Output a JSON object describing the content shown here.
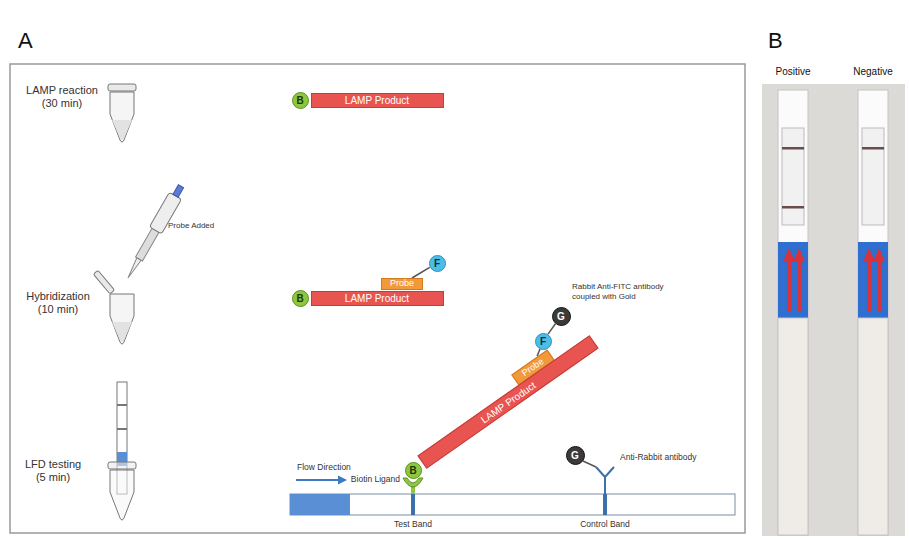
{
  "diagram": {
    "nodes": [
      {
        "text": [
          "B"
        ]
      },
      {
        "text": [
          "LAMP Product"
        ]
      },
      {
        "text": [
          "B"
        ]
      },
      {
        "text": [
          "LAMP Product"
        ]
      },
      {
        "text": [
          "Probe"
        ]
      },
      {
        "text": [
          "F"
        ]
      },
      {
        "text": [
          "G"
        ]
      },
      {
        "text": [
          "F"
        ]
      },
      {
        "text": [
          "Probe"
        ]
      },
      {
        "text": [
          "LAMP Product"
        ]
      },
      {
        "text": [
          "B"
        ]
      },
      {
        "text": [
          "G"
        ]
      }
    ],
    "edges": [
      {
        "from": 4,
        "to": 5,
        "arrow": "none"
      },
      {
        "from": 8,
        "to": 7,
        "arrow": "none"
      },
      {
        "from": 7,
        "to": 6,
        "arrow": "none"
      }
    ],
    "labels": [
      "A",
      "B",
      "LAMP reaction (30 min)",
      "Probe Added",
      "Hybridization (10 min)",
      "LFD testing (5 min)",
      "Rabbit Anti-FITC antibody coupled with Gold",
      "Flow Direction",
      "Biotin Ligand",
      "Anti-Rabbit antibody",
      "Test Band",
      "Control Band",
      "Positive",
      "Negative"
    ]
  }
}
